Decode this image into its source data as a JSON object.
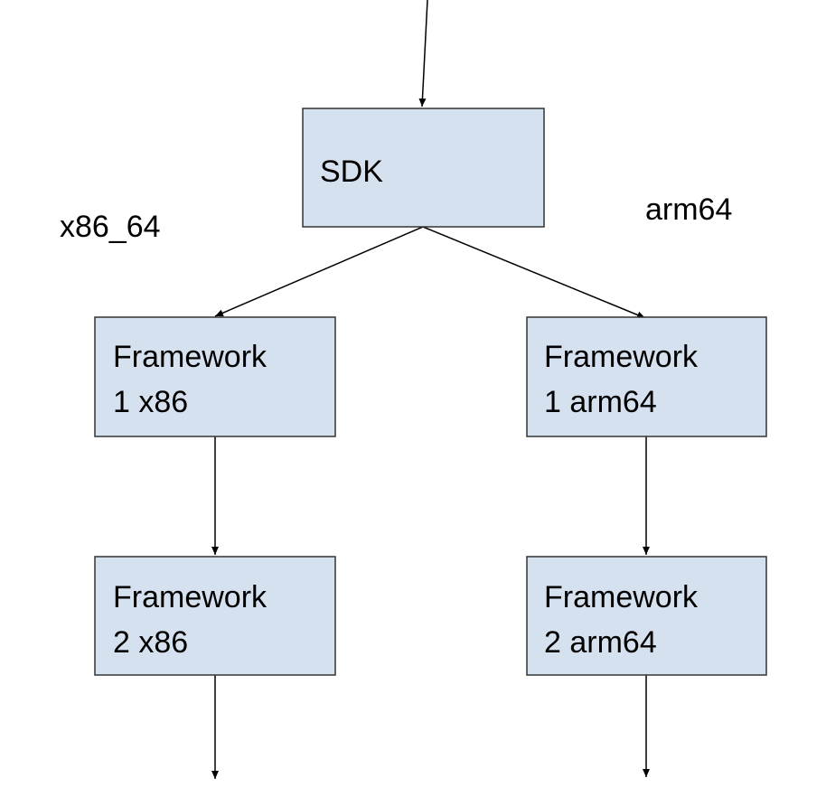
{
  "diagram": {
    "nodes": {
      "sdk": {
        "line1": "SDK"
      },
      "fw1_x86": {
        "line1": "Framework",
        "line2": "1 x86"
      },
      "fw1_arm": {
        "line1": "Framework",
        "line2": "1 arm64"
      },
      "fw2_x86": {
        "line1": "Framework",
        "line2": "2 x86"
      },
      "fw2_arm": {
        "line1": "Framework",
        "line2": "2 arm64"
      }
    },
    "labels": {
      "left_arch": "x86_64",
      "right_arch": "arm64"
    },
    "colors": {
      "box_fill": "#d6e1f0",
      "box_stroke": "#333333",
      "line": "#000000"
    }
  }
}
